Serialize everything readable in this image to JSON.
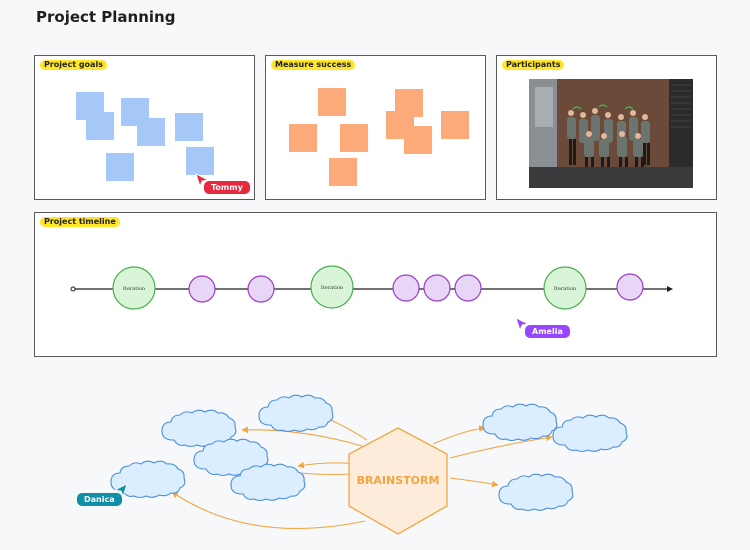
{
  "board": {
    "title": "Project Planning"
  },
  "frames": {
    "goals": {
      "label": "Project goals"
    },
    "success": {
      "label": "Measure success"
    },
    "participants": {
      "label": "Participants"
    },
    "timeline": {
      "label": "Project timeline"
    }
  },
  "timeline": {
    "milestone_label": "Iteration"
  },
  "cursors": [
    {
      "name": "Tommy",
      "color": "#e5293f"
    },
    {
      "name": "Amelia",
      "color": "#9747ff"
    },
    {
      "name": "Danica",
      "color": "#0f8fa6"
    }
  ],
  "brainstorm": {
    "label": "BRAINSTORM"
  },
  "colors": {
    "goal_note": "#a5c8f9",
    "success_note": "#fdaa7a",
    "milestone_fill": "#d8f5d8",
    "milestone_stroke": "#4cae4f",
    "step_fill": "#e7d6f5",
    "step_stroke": "#9b3bc9",
    "cloud_fill": "#daeeff",
    "cloud_stroke": "#4a8fd9",
    "hex_fill": "#fdecd9",
    "hex_stroke": "#f2a541",
    "label_highlight": "#ffe629"
  }
}
